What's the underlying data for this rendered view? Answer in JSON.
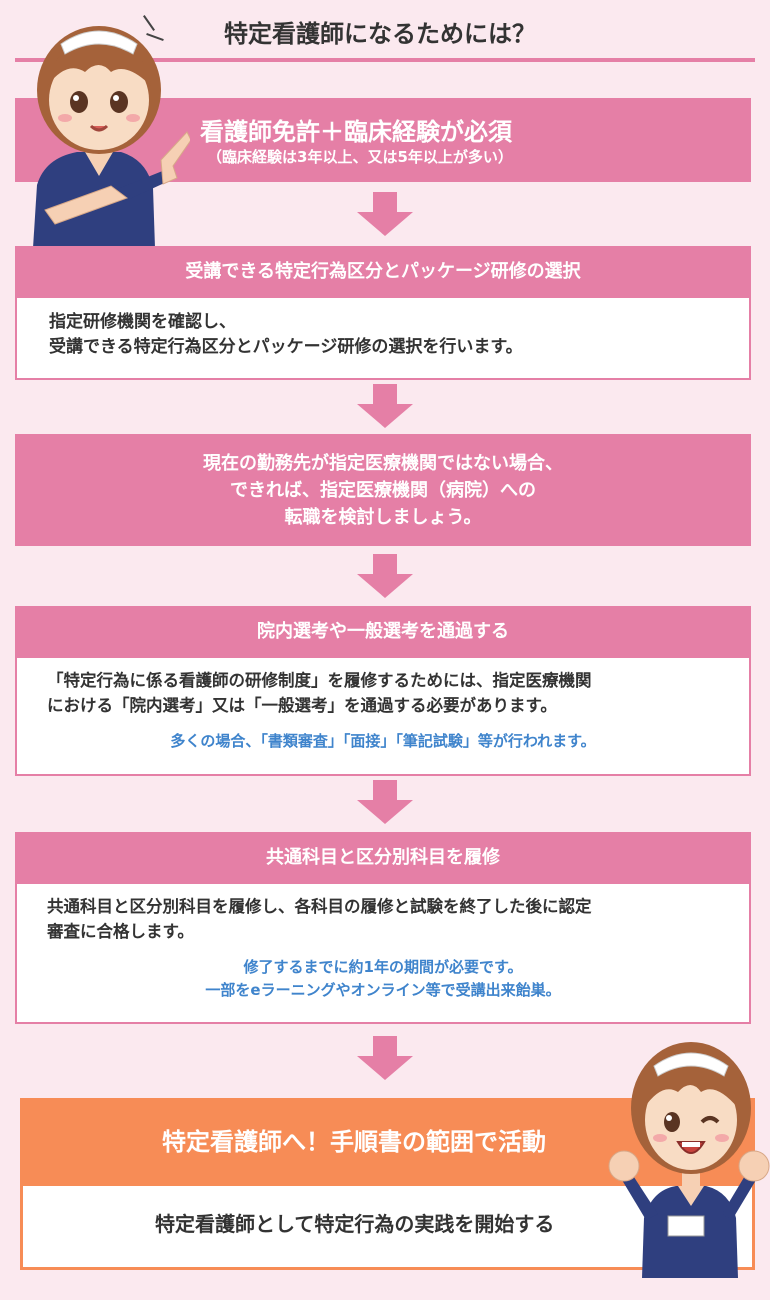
{
  "header": {
    "title": "特定看護師になるためには？"
  },
  "step1": {
    "title": "看護師免許＋臨床経験が必須",
    "note": "（臨床経験は3年以上、又は5年以上が多い）"
  },
  "step2": {
    "heading": "受講できる特定行為区分とパッケージ研修の選択",
    "line1": "指定研修機関を確認し、",
    "line2": "受講できる特定行為区分とパッケージ研修の選択を行います。"
  },
  "step3": {
    "line1": "現在の勤務先が指定医療機関ではない場合、",
    "line2": "できれば、指定医療機関（病院）への",
    "line3": "転職を検討しましょう。"
  },
  "step4": {
    "heading": "院内選考や一般選考を通過する",
    "line1": "「特定行為に係る看護師の研修制度」を履修するためには、指定医療機関",
    "line2": "における「院内選考」又は「一般選考」を通過する必要があります。",
    "note": "多くの場合、「書類審査」「面接」「筆記試験」等が行われます。"
  },
  "step5": {
    "heading": "共通科目と区分別科目を履修",
    "line1": "共通科目と区分別科目を履修し、各科目の履修と試験を終了した後に認定",
    "line2": "審査に合格します。",
    "note1": "修了するまでに約1年の期間が必要です。",
    "note2": "一部をeラーニングやオンライン等で受講出来飴巣。"
  },
  "final": {
    "heading": "特定看護師へ！手順書の範囲で活動",
    "text": "特定看護師として特定行為の実践を開始する"
  },
  "colors": {
    "pink": "#e57fa6",
    "orange": "#f78c56",
    "blue": "#3f84cc",
    "background": "#fbe9ef",
    "scrubs": "#2f3f7f"
  }
}
